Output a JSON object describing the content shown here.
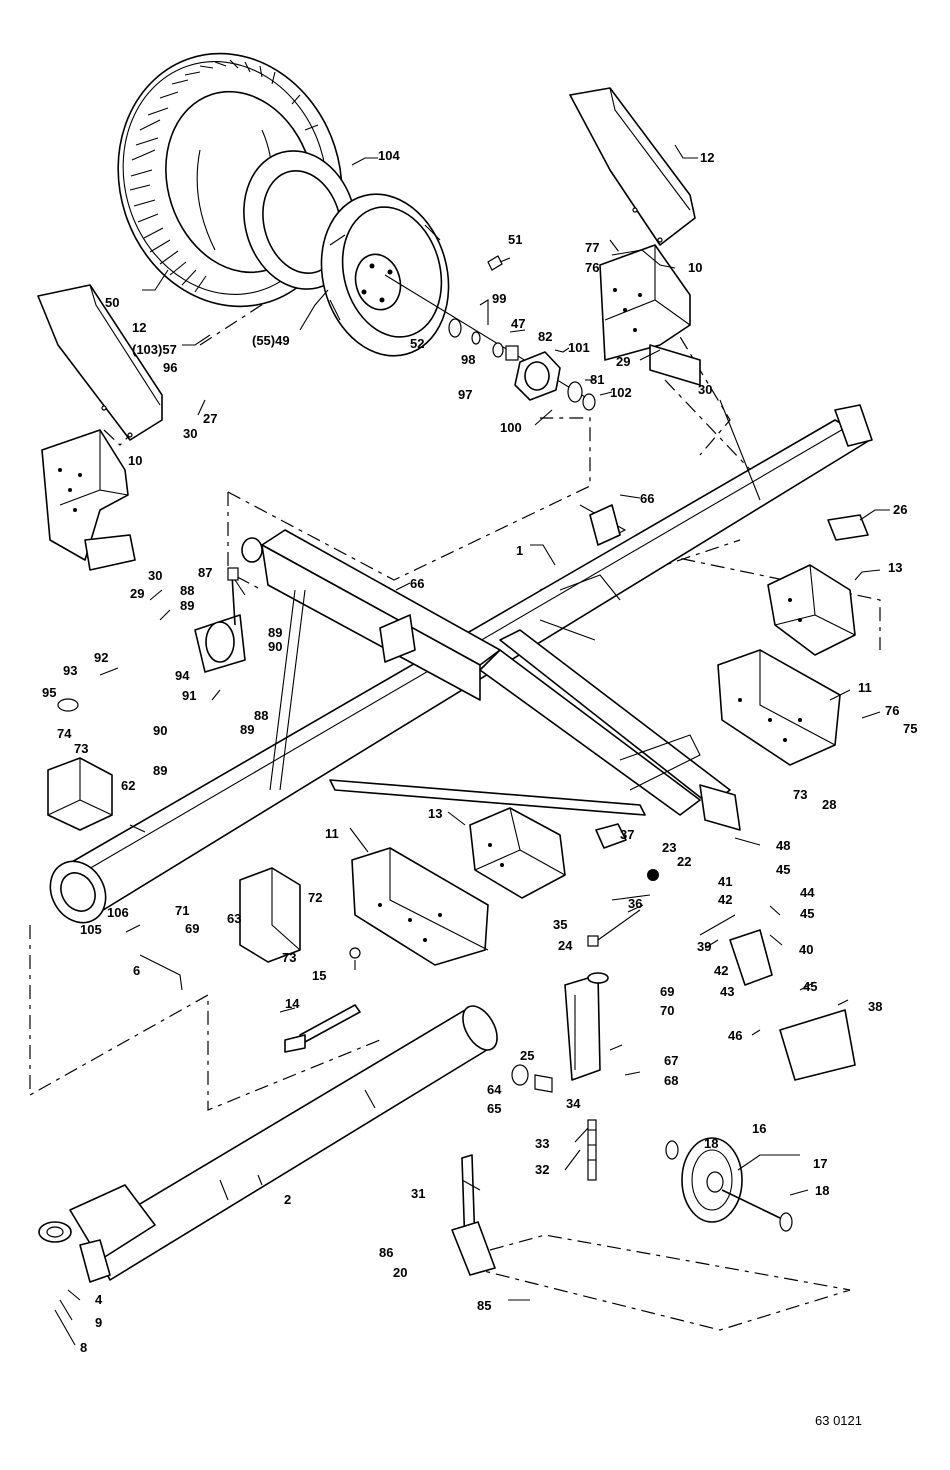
{
  "drawing_code": "63 0121",
  "labels": [
    {
      "id": "104",
      "text": "104"
    },
    {
      "id": "51",
      "text": "51"
    },
    {
      "id": "12a",
      "text": "12"
    },
    {
      "id": "77",
      "text": "77"
    },
    {
      "id": "76a",
      "text": "76"
    },
    {
      "id": "10a",
      "text": "10"
    },
    {
      "id": "50",
      "text": "50"
    },
    {
      "id": "12b",
      "text": "12"
    },
    {
      "id": "10357",
      "text": "(103)57"
    },
    {
      "id": "96",
      "text": "96"
    },
    {
      "id": "5549",
      "text": "(55)49"
    },
    {
      "id": "52",
      "text": "52"
    },
    {
      "id": "99",
      "text": "99"
    },
    {
      "id": "98",
      "text": "98"
    },
    {
      "id": "47",
      "text": "47"
    },
    {
      "id": "82",
      "text": "82"
    },
    {
      "id": "101",
      "text": "101"
    },
    {
      "id": "29a",
      "text": "29"
    },
    {
      "id": "30a",
      "text": "30"
    },
    {
      "id": "97",
      "text": "97"
    },
    {
      "id": "81",
      "text": "81"
    },
    {
      "id": "102",
      "text": "102"
    },
    {
      "id": "100",
      "text": "100"
    },
    {
      "id": "27",
      "text": "27"
    },
    {
      "id": "30b",
      "text": "30"
    },
    {
      "id": "10b",
      "text": "10"
    },
    {
      "id": "66a",
      "text": "66"
    },
    {
      "id": "26",
      "text": "26"
    },
    {
      "id": "1",
      "text": "1"
    },
    {
      "id": "30c",
      "text": "30"
    },
    {
      "id": "29b",
      "text": "29"
    },
    {
      "id": "87",
      "text": "87"
    },
    {
      "id": "66b",
      "text": "66"
    },
    {
      "id": "13a",
      "text": "13"
    },
    {
      "id": "88a",
      "text": "88"
    },
    {
      "id": "89a",
      "text": "89"
    },
    {
      "id": "89b",
      "text": "89"
    },
    {
      "id": "90a",
      "text": "90"
    },
    {
      "id": "93",
      "text": "93"
    },
    {
      "id": "92",
      "text": "92"
    },
    {
      "id": "94",
      "text": "94"
    },
    {
      "id": "95",
      "text": "95"
    },
    {
      "id": "91",
      "text": "91"
    },
    {
      "id": "88b",
      "text": "88"
    },
    {
      "id": "89c",
      "text": "89"
    },
    {
      "id": "90b",
      "text": "90"
    },
    {
      "id": "89d",
      "text": "89"
    },
    {
      "id": "11a",
      "text": "11"
    },
    {
      "id": "76b",
      "text": "76"
    },
    {
      "id": "75",
      "text": "75"
    },
    {
      "id": "74",
      "text": "74"
    },
    {
      "id": "73a",
      "text": "73"
    },
    {
      "id": "62",
      "text": "62"
    },
    {
      "id": "73b",
      "text": "73"
    },
    {
      "id": "28",
      "text": "28"
    },
    {
      "id": "13b",
      "text": "13"
    },
    {
      "id": "11b",
      "text": "11"
    },
    {
      "id": "37",
      "text": "37"
    },
    {
      "id": "23",
      "text": "23"
    },
    {
      "id": "22",
      "text": "22"
    },
    {
      "id": "48",
      "text": "48"
    },
    {
      "id": "45a",
      "text": "45"
    },
    {
      "id": "41",
      "text": "41"
    },
    {
      "id": "44",
      "text": "44"
    },
    {
      "id": "42a",
      "text": "42"
    },
    {
      "id": "45b",
      "text": "45"
    },
    {
      "id": "71",
      "text": "71"
    },
    {
      "id": "106",
      "text": "106"
    },
    {
      "id": "69a",
      "text": "69"
    },
    {
      "id": "63",
      "text": "63"
    },
    {
      "id": "72",
      "text": "72"
    },
    {
      "id": "36",
      "text": "36"
    },
    {
      "id": "35",
      "text": "35"
    },
    {
      "id": "39",
      "text": "39"
    },
    {
      "id": "105",
      "text": "105"
    },
    {
      "id": "24",
      "text": "24"
    },
    {
      "id": "40",
      "text": "40"
    },
    {
      "id": "73c",
      "text": "73"
    },
    {
      "id": "6",
      "text": "6"
    },
    {
      "id": "15",
      "text": "15"
    },
    {
      "id": "42b",
      "text": "42"
    },
    {
      "id": "43",
      "text": "43"
    },
    {
      "id": "45c",
      "text": "45"
    },
    {
      "id": "14",
      "text": "14"
    },
    {
      "id": "69b",
      "text": "69"
    },
    {
      "id": "70",
      "text": "70"
    },
    {
      "id": "38",
      "text": "38"
    },
    {
      "id": "46",
      "text": "46"
    },
    {
      "id": "25",
      "text": "25"
    },
    {
      "id": "67",
      "text": "67"
    },
    {
      "id": "64",
      "text": "64"
    },
    {
      "id": "68",
      "text": "68"
    },
    {
      "id": "65",
      "text": "65"
    },
    {
      "id": "34",
      "text": "34"
    },
    {
      "id": "18a",
      "text": "18"
    },
    {
      "id": "16",
      "text": "16"
    },
    {
      "id": "33",
      "text": "33"
    },
    {
      "id": "17",
      "text": "17"
    },
    {
      "id": "32",
      "text": "32"
    },
    {
      "id": "18b",
      "text": "18"
    },
    {
      "id": "2",
      "text": "2"
    },
    {
      "id": "31",
      "text": "31"
    },
    {
      "id": "86",
      "text": "86"
    },
    {
      "id": "20",
      "text": "20"
    },
    {
      "id": "4",
      "text": "4"
    },
    {
      "id": "85",
      "text": "85"
    },
    {
      "id": "9",
      "text": "9"
    },
    {
      "id": "8",
      "text": "8"
    }
  ]
}
